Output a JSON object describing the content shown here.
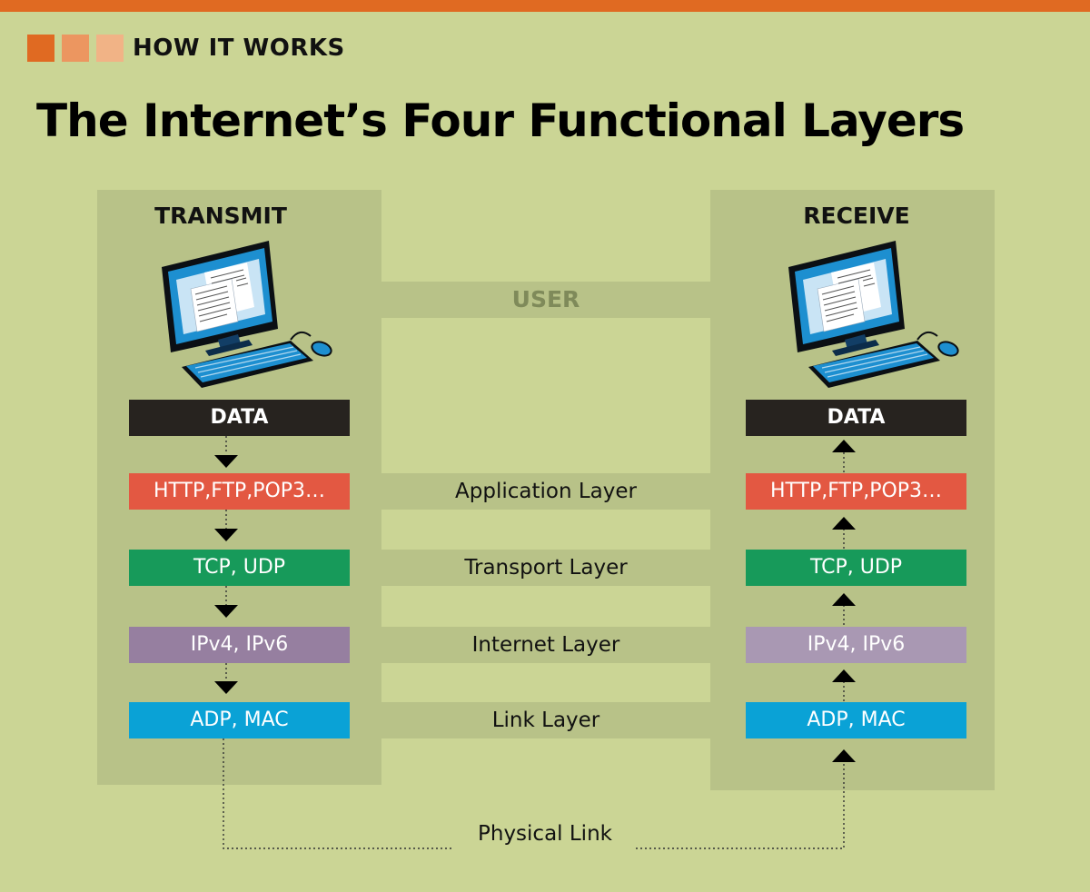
{
  "header": {
    "kicker": "HOW IT WORKS",
    "title": "The Internet’s Four Functional Layers"
  },
  "colors": {
    "background": "#cbd595",
    "top_bar": "#e06a22",
    "panel": "#b8c288",
    "data_box": "#27231f",
    "application_box": "#e35842",
    "transport_box": "#179a5a",
    "internet_box_transmit": "#967fa0",
    "internet_box_receive": "#a998b3",
    "link_box": "#0aa2d6"
  },
  "transmit": {
    "heading": "TRANSMIT",
    "stack": [
      "DATA",
      "HTTP,FTP,POP3…",
      "TCP, UDP",
      "IPv4, IPv6",
      "ADP, MAC"
    ],
    "direction": "down"
  },
  "receive": {
    "heading": "RECEIVE",
    "stack": [
      "DATA",
      "HTTP,FTP,POP3…",
      "TCP, UDP",
      "IPv4, IPv6",
      "ADP, MAC"
    ],
    "direction": "up"
  },
  "middle": {
    "user": "USER",
    "layers": [
      "Application Layer",
      "Transport Layer",
      "Internet Layer",
      "Link Layer"
    ],
    "physical": "Physical Link"
  },
  "icons": [
    "computer-icon",
    "arrow-down-icon",
    "arrow-up-icon"
  ]
}
